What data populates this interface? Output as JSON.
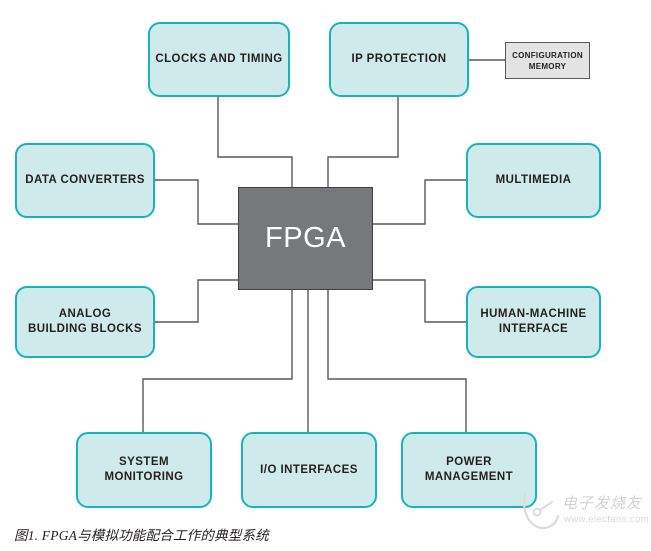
{
  "figure": {
    "caption": "图1. FPGA与模拟功能配合工作的典型系统",
    "core": {
      "label": "FPGA",
      "fill": "#77787b",
      "text_color": "#ffffff"
    },
    "palette": {
      "node_fill": "#cfeaea",
      "node_border": "#17b3b8",
      "memory_fill": "#e3e3e3",
      "memory_border": "#58595b",
      "connector": "#58595b",
      "text": "#231f20",
      "background": "#ffffff"
    },
    "nodes": [
      {
        "id": "clocks-and-timing",
        "label": "CLOCKS AND TIMING"
      },
      {
        "id": "ip-protection",
        "label": "IP PROTECTION"
      },
      {
        "id": "configuration-memory",
        "label": "CONFIGURATION\nMEMORY"
      },
      {
        "id": "data-converters",
        "label": "DATA CONVERTERS"
      },
      {
        "id": "multimedia",
        "label": "MULTIMEDIA"
      },
      {
        "id": "analog-building-blocks",
        "label": "ANALOG\nBUILDING BLOCKS"
      },
      {
        "id": "human-machine-interface",
        "label": "HUMAN-MACHINE\nINTERFACE"
      },
      {
        "id": "system-monitoring",
        "label": "SYSTEM\nMONITORING"
      },
      {
        "id": "io-interfaces",
        "label": "I/O INTERFACES"
      },
      {
        "id": "power-management",
        "label": "POWER\nMANAGEMENT"
      }
    ],
    "connections": [
      {
        "from": "clocks-and-timing",
        "to": "FPGA"
      },
      {
        "from": "ip-protection",
        "to": "FPGA"
      },
      {
        "from": "ip-protection",
        "to": "configuration-memory"
      },
      {
        "from": "data-converters",
        "to": "FPGA"
      },
      {
        "from": "multimedia",
        "to": "FPGA"
      },
      {
        "from": "analog-building-blocks",
        "to": "FPGA"
      },
      {
        "from": "human-machine-interface",
        "to": "FPGA"
      },
      {
        "from": "system-monitoring",
        "to": "FPGA"
      },
      {
        "from": "io-interfaces",
        "to": "FPGA"
      },
      {
        "from": "power-management",
        "to": "FPGA"
      }
    ]
  },
  "watermark": {
    "text": "电子发烧友",
    "url": "www.elecfans.com"
  }
}
